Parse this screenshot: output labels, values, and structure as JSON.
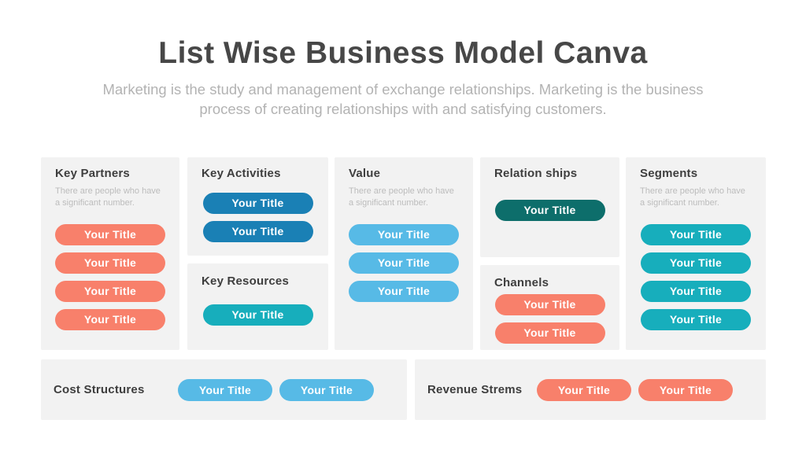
{
  "header": {
    "title": "List Wise Business Model Canva",
    "subtitle": "Marketing is the study and management of exchange relationships. Marketing is the business process of creating relationships with and satisfying customers."
  },
  "colors": {
    "coral": "#F8806B",
    "blue": "#1A80B5",
    "teal": "#17AEBC",
    "dark_teal": "#0D6E6B",
    "light_blue": "#57BAE6",
    "panel_bg": "#F2F2F2",
    "title_text": "#474747",
    "muted_text": "#B3B3B3"
  },
  "panels": {
    "key_partners": {
      "title": "Key Partners",
      "description": "There are people who have a significant number.",
      "pill_color": "coral",
      "pills": [
        "Your Title",
        "Your Title",
        "Your Title",
        "Your Title"
      ]
    },
    "key_activities": {
      "title": "Key Activities",
      "pill_color": "blue",
      "pills": [
        "Your Title",
        "Your Title"
      ]
    },
    "key_resources": {
      "title": "Key Resources",
      "pill_color": "teal",
      "pills": [
        "Your Title"
      ]
    },
    "value": {
      "title": "Value",
      "description": "There are people who have a significant number.",
      "pill_color": "light_blue",
      "pills": [
        "Your Title",
        "Your Title",
        "Your Title"
      ]
    },
    "relationships": {
      "title": "Relation ships",
      "pill_color": "dark_teal",
      "pills": [
        "Your Title"
      ]
    },
    "channels": {
      "title": "Channels",
      "pill_color": "coral",
      "pills": [
        "Your Title",
        "Your Title"
      ]
    },
    "segments": {
      "title": "Segments",
      "description": "There are people who have a significant number.",
      "pill_color": "teal",
      "pills": [
        "Your Title",
        "Your Title",
        "Your Title",
        "Your Title"
      ]
    },
    "cost_structures": {
      "title": "Cost Structures",
      "pill_color": "light_blue",
      "pills": [
        "Your Title",
        "Your Title"
      ]
    },
    "revenue_streams": {
      "title": "Revenue Strems",
      "pill_color": "coral",
      "pills": [
        "Your Title",
        "Your Title"
      ]
    }
  }
}
